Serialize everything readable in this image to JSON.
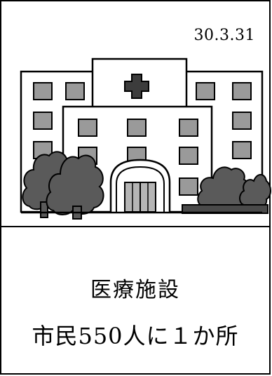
{
  "card": {
    "date": "30.3.31",
    "category": "医療施設",
    "stat": "市民550人に１か所"
  },
  "illustration": {
    "icon": "hospital-building-icon",
    "colors": {
      "window": "#9a9a9a",
      "tree": "#5a5a5a",
      "cross": "#3c3c3c",
      "door": "#b5b5b5",
      "planter": "#4a4a4a"
    }
  }
}
